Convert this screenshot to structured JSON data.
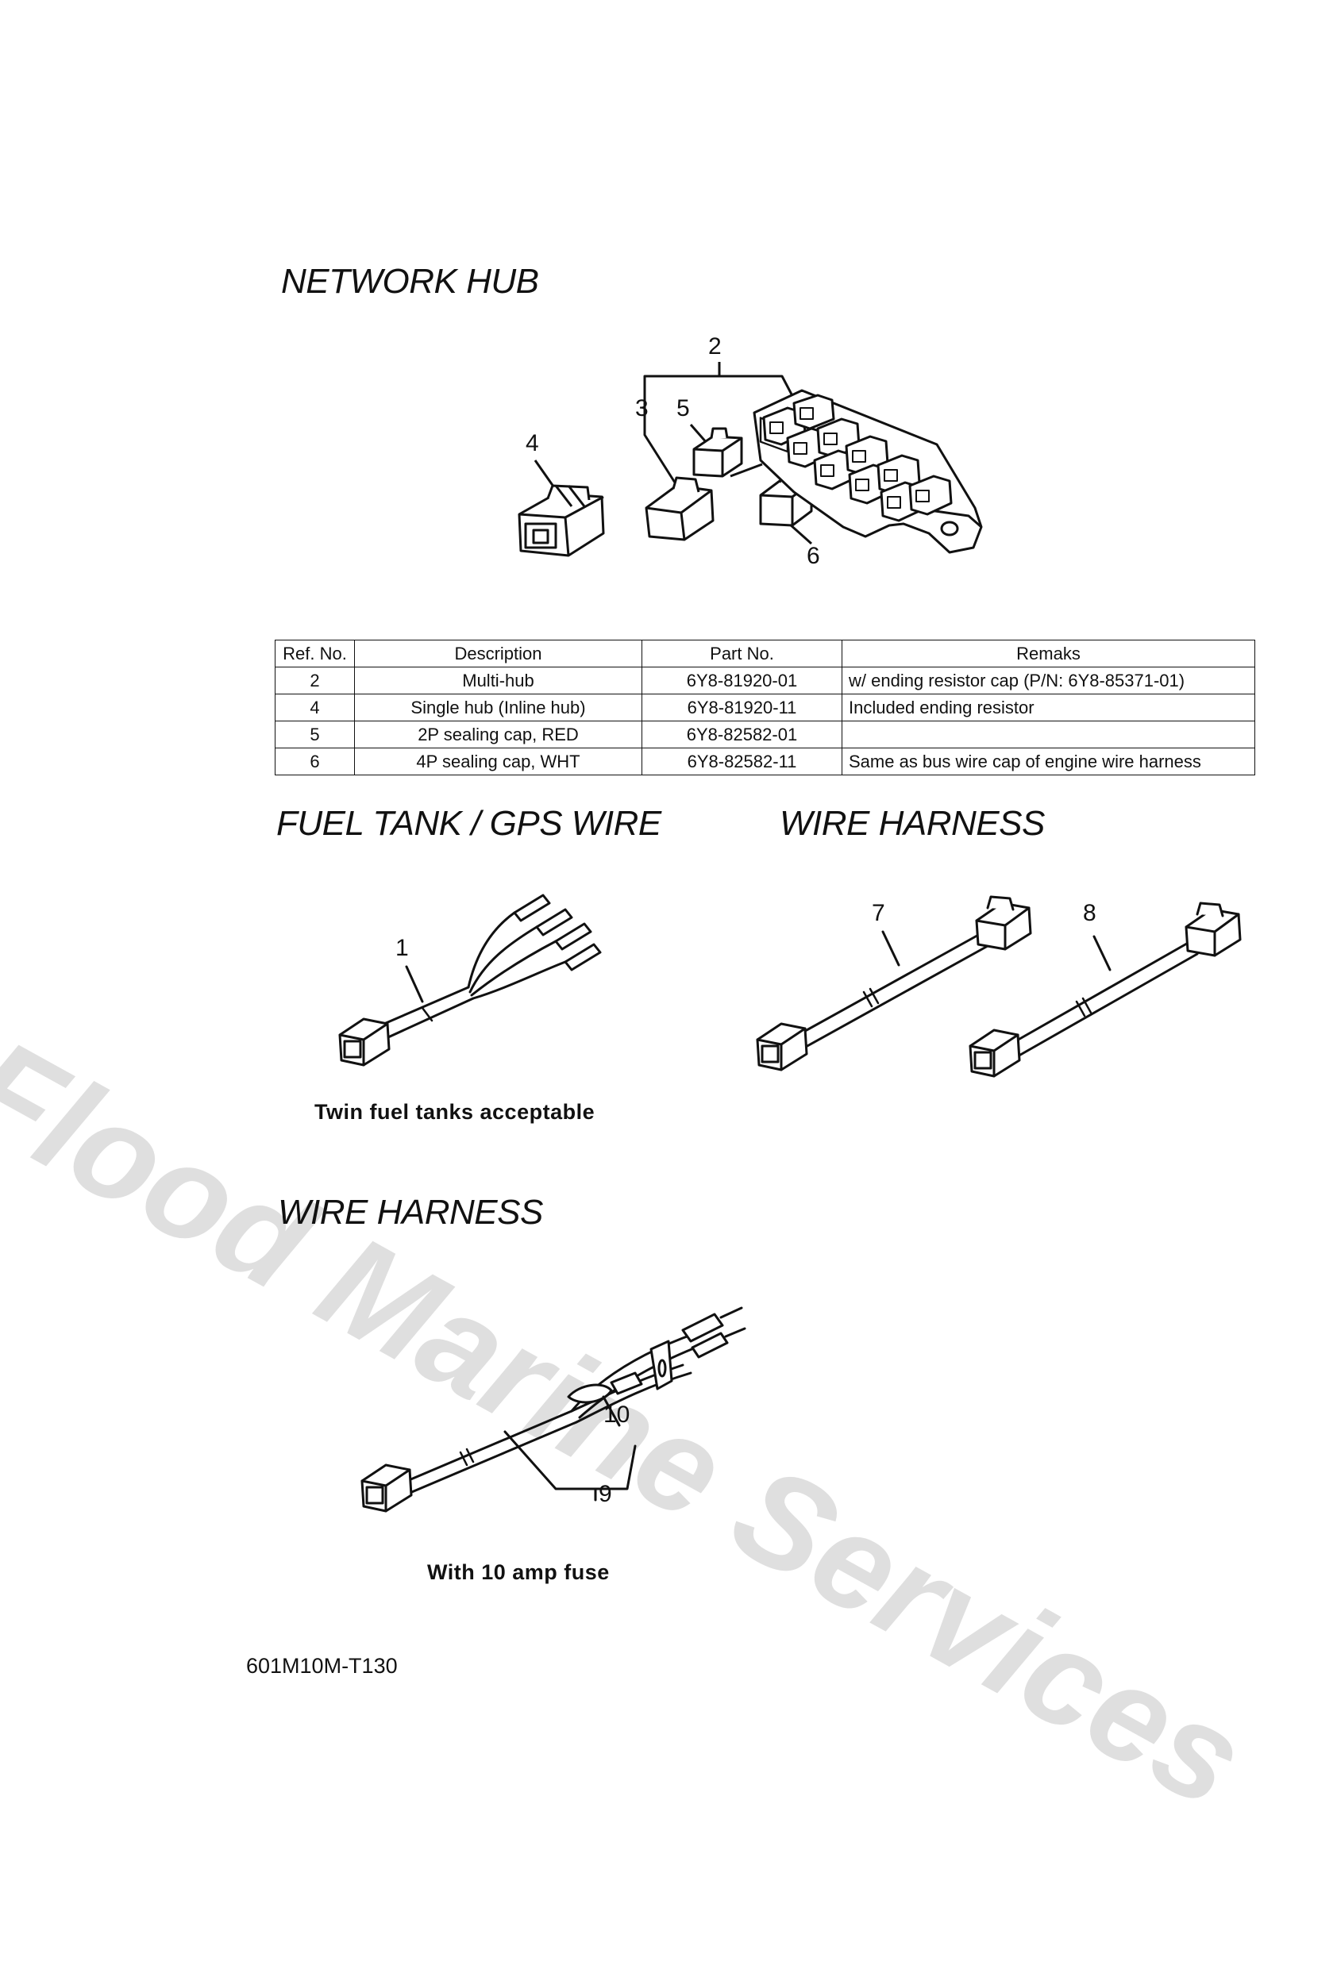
{
  "headings": {
    "network_hub": "NETWORK HUB",
    "fuel_tank_gps": "FUEL TANK / GPS WIRE",
    "wire_harness_1": "WIRE HARNESS",
    "wire_harness_2": "WIRE HARNESS"
  },
  "callouts": {
    "c1": "1",
    "c2": "2",
    "c3": "3",
    "c4": "4",
    "c5": "5",
    "c6": "6",
    "c7": "7",
    "c8": "8",
    "c9": "9",
    "c10": "10"
  },
  "table": {
    "headers": [
      "Ref. No.",
      "Description",
      "Part No.",
      "Remaks"
    ],
    "rows": [
      {
        "ref": "2",
        "desc": "Multi-hub",
        "part": "6Y8-81920-01",
        "remarks": "w/ ending resistor cap (P/N: 6Y8-85371-01)"
      },
      {
        "ref": "4",
        "desc": "Single hub (Inline hub)",
        "part": "6Y8-81920-11",
        "remarks": "Included ending resistor"
      },
      {
        "ref": "5",
        "desc": "2P sealing cap, RED",
        "part": "6Y8-82582-01",
        "remarks": ""
      },
      {
        "ref": "6",
        "desc": "4P sealing cap, WHT",
        "part": "6Y8-82582-11",
        "remarks": "Same as bus wire cap of engine wire harness"
      }
    ]
  },
  "captions": {
    "twin_fuel": "Twin fuel tanks acceptable",
    "fuse": "With 10 amp fuse"
  },
  "page_code": "601M10M-T130",
  "watermark": "Flood Marine Services"
}
